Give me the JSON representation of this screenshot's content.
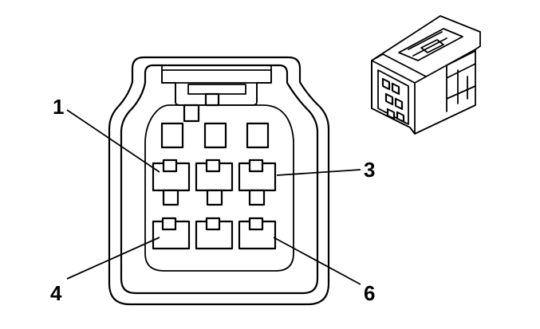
{
  "callouts": [
    {
      "id": "pin-1",
      "label": "1"
    },
    {
      "id": "pin-3",
      "label": "3"
    },
    {
      "id": "pin-4",
      "label": "4"
    },
    {
      "id": "pin-6",
      "label": "6"
    }
  ],
  "connector": {
    "cavity_count": 9,
    "terminal_rows": 3,
    "terminal_cols": 3
  }
}
